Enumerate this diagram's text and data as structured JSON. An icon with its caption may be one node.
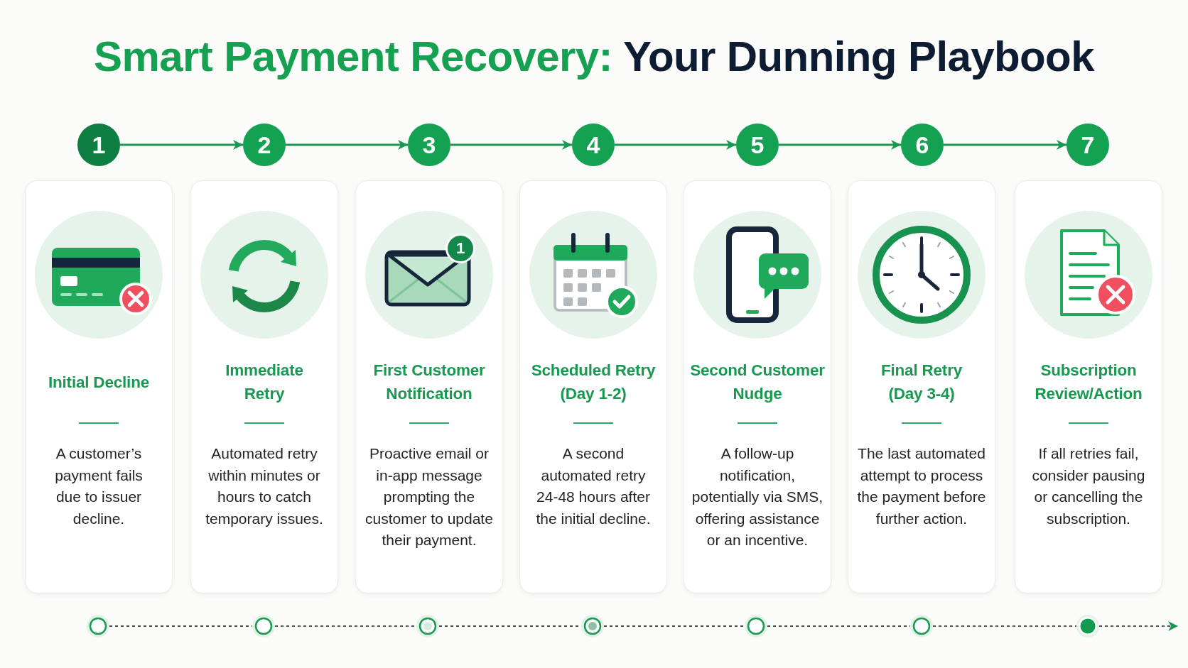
{
  "diagram": {
    "title": "Smart Payment Recovery: Your Dunning Playbook",
    "nodes": [
      {
        "text": [
          "1"
        ]
      },
      {
        "text": [
          "2"
        ]
      },
      {
        "text": [
          "3"
        ]
      },
      {
        "text": [
          "4"
        ]
      },
      {
        "text": [
          "5"
        ]
      },
      {
        "text": [
          "6"
        ]
      },
      {
        "text": [
          "7"
        ]
      },
      {
        "text": [
          "Initial Decline",
          "A customer’s payment fails due to issuer decline."
        ]
      },
      {
        "text": [
          "Immediate Retry",
          "Automated retry within minutes or hours to catch temporary issues."
        ]
      },
      {
        "text": [
          "First Customer Notification",
          "Proactive email or in-app message prompting the customer to update their payment."
        ]
      },
      {
        "text": [
          "Scheduled Retry (Day 1-2)",
          "A second automated retry 24-48 hours after the initial decline."
        ]
      },
      {
        "text": [
          "Second Customer Nudge",
          "A follow-up notification, potentially via SMS, offering assistance or an incentive."
        ]
      },
      {
        "text": [
          "Final Retry (Day 3-4)",
          "The last automated attempt to process the payment before further action."
        ]
      },
      {
        "text": [
          "Subscription Review/Action",
          "If all retries fail, consider pausing or cancelling the subscription."
        ]
      },
      {
        "text": [],
        "shape": "circle"
      },
      {
        "text": [],
        "shape": "circle"
      },
      {
        "text": [],
        "shape": "circle"
      },
      {
        "text": [],
        "shape": "circle"
      },
      {
        "text": [],
        "shape": "circle"
      },
      {
        "text": [],
        "shape": "circle"
      },
      {
        "text": [],
        "shape": "circle"
      }
    ],
    "edges": [
      {
        "from": 0,
        "to": 1,
        "arrow": "to",
        "color": "#17994f"
      },
      {
        "from": 1,
        "to": 2,
        "arrow": "to",
        "color": "#17994f"
      },
      {
        "from": 2,
        "to": 3,
        "arrow": "to",
        "color": "#17994f"
      },
      {
        "from": 3,
        "to": 4,
        "arrow": "to",
        "color": "#17994f"
      },
      {
        "from": 4,
        "to": 5,
        "arrow": "to",
        "color": "#17994f"
      },
      {
        "from": 5,
        "to": 6,
        "arrow": "to",
        "color": "#17994f"
      },
      {
        "from": 14,
        "to": 15,
        "arrow": "none",
        "style": "dashed",
        "color": "#555555"
      },
      {
        "from": 15,
        "to": 16,
        "arrow": "none",
        "style": "dashed",
        "color": "#555555"
      },
      {
        "from": 16,
        "to": 17,
        "arrow": "none",
        "style": "dashed",
        "color": "#555555"
      },
      {
        "from": 17,
        "to": 18,
        "arrow": "none",
        "style": "dashed",
        "color": "#555555"
      },
      {
        "from": 18,
        "to": 19,
        "arrow": "none",
        "style": "dashed",
        "color": "#555555"
      },
      {
        "from": 19,
        "to": 20,
        "arrow": "none",
        "style": "dashed",
        "color": "#555555"
      },
      {
        "from": 20,
        "to": null,
        "arrow": "to",
        "style": "dashed",
        "color": "#555555"
      }
    ],
    "labels": [
      "1"
    ]
  }
}
